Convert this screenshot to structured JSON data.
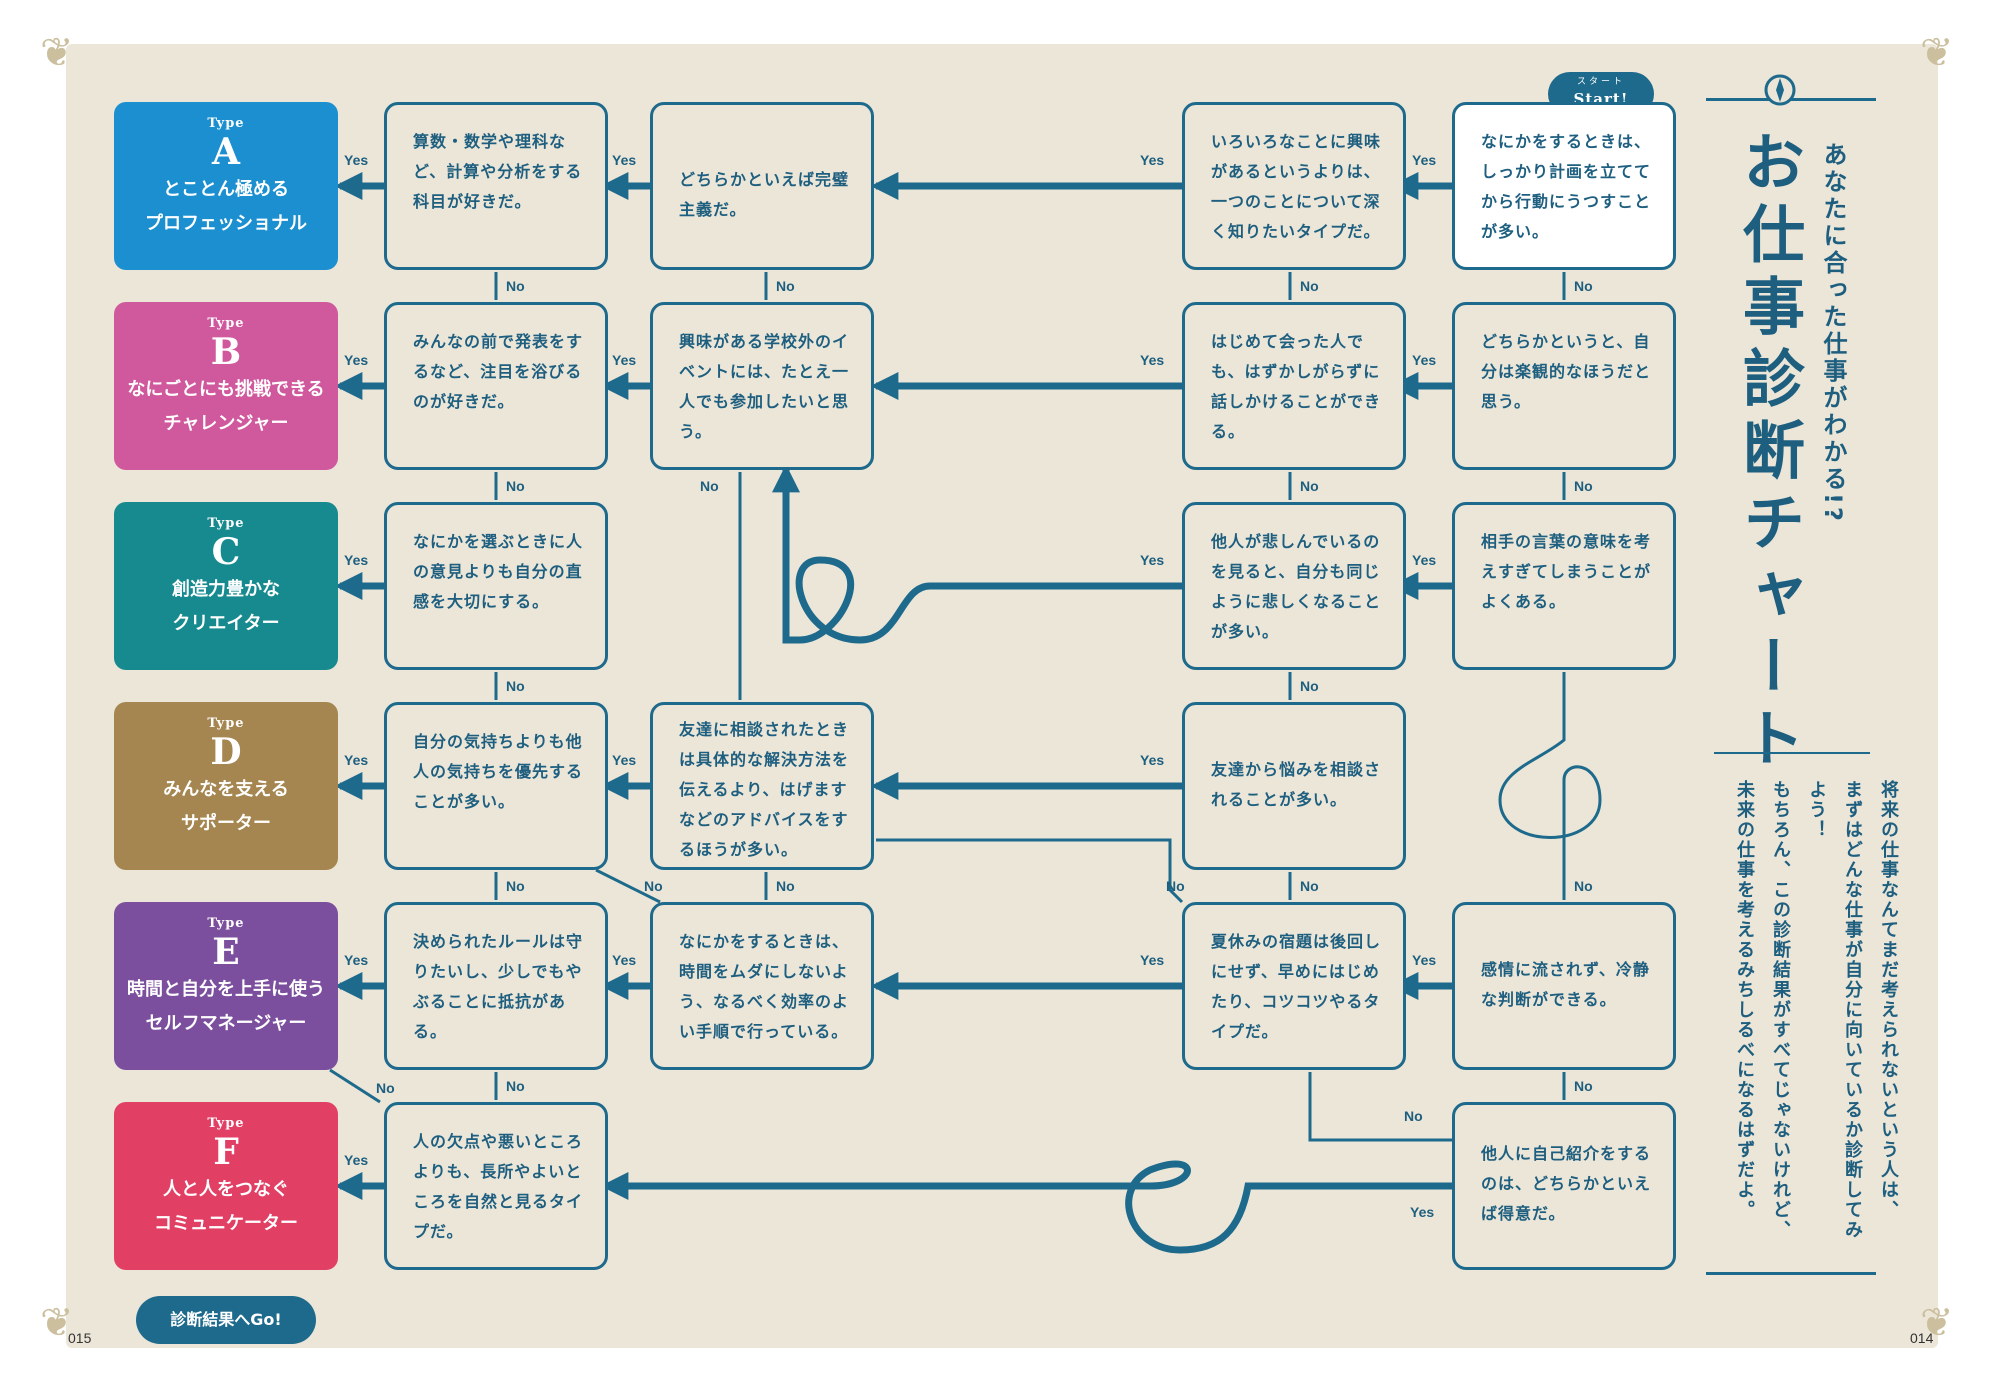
{
  "start_badge": {
    "ruby": "スタート",
    "text": "Start!"
  },
  "title": "お仕事診断チャート",
  "subtitle": "あなたに合った仕事がわかる!?",
  "intro_lines": [
    "将来の仕事なんてまだ考えられないという人は、",
    "まずはどんな仕事が自分に向いているか診断してみよう！",
    "もちろん、この診断結果がすべてじゃないけれど、",
    "未来の仕事を考えるみちしるべになるはずだよ。"
  ],
  "go_badge": "診断結果へGo!",
  "page_left": "015",
  "page_right": "014",
  "labels": {
    "yes": "Yes",
    "no": "No"
  },
  "types": [
    {
      "type_word": "Type",
      "letter": "A",
      "line1": "とことん極める",
      "line2": "プロフェッショナル",
      "color": "#1b8fcf"
    },
    {
      "type_word": "Type",
      "letter": "B",
      "line1": "なにごとにも挑戦できる",
      "line2": "チャレンジャー",
      "color": "#d0589d"
    },
    {
      "type_word": "Type",
      "letter": "C",
      "line1": "創造力豊かな",
      "line2": "クリエイター",
      "color": "#168a8f"
    },
    {
      "type_word": "Type",
      "letter": "D",
      "line1": "みんなを支える",
      "line2": "サポーター",
      "color": "#a58650"
    },
    {
      "type_word": "Type",
      "letter": "E",
      "line1": "時間と自分を上手に使う",
      "line2": "セルフマネージャー",
      "color": "#7b4f9e"
    },
    {
      "type_word": "Type",
      "letter": "F",
      "line1": "人と人をつなぐ",
      "line2": "コミュニケーター",
      "color": "#e13f64"
    }
  ],
  "questions": {
    "q_start": "なにかをするときは、しっかり計画を立ててから行動にうつすことが多い。",
    "q_r1c3": "いろいろなことに興味があるというよりは、一つのことについて深く知りたいタイプだ。",
    "q_r1c2": "どちらかといえば完璧主義だ。",
    "q_r1c1": "算数・数学や理科など、計算や分析をする科目が好きだ。",
    "q_r2c4": "どちらかというと、自分は楽観的なほうだと思う。",
    "q_r2c3": "はじめて会った人でも、はずかしがらずに話しかけることができる。",
    "q_r2c2": "興味がある学校外のイベントには、たとえ一人でも参加したいと思う。",
    "q_r2c1": "みんなの前で発表をするなど、注目を浴びるのが好きだ。",
    "q_r3c4": "相手の言葉の意味を考えすぎてしまうことがよくある。",
    "q_r3c3": "他人が悲しんでいるのを見ると、自分も同じように悲しくなることが多い。",
    "q_r3c1": "なにかを選ぶときに人の意見よりも自分の直感を大切にする。",
    "q_r4c3": "友達から悩みを相談されることが多い。",
    "q_r4c2": "友達に相談されたときは具体的な解決方法を伝えるより、はげますなどのアドバイスをするほうが多い。",
    "q_r4c1": "自分の気持ちよりも他人の気持ちを優先することが多い。",
    "q_r5c4": "感情に流されず、冷静な判断ができる。",
    "q_r5c3": "夏休みの宿題は後回しにせず、早めにはじめたり、コツコツやるタイプだ。",
    "q_r5c2": "なにかをするときは、時間をムダにしないよう、なるべく効率のよい手順で行っている。",
    "q_r5c1": "決められたルールは守りたいし、少しでもやぶることに抵抗がある。",
    "q_r6c4": "他人に自己紹介をするのは、どちらかといえば得意だ。",
    "q_r6c1": "人の欠点や悪いところよりも、長所やよいところを自然と見るタイプだ。"
  },
  "colors": {
    "line": "#1e6a8c",
    "paper": "#ece6d8",
    "text": "#1e5f80"
  }
}
